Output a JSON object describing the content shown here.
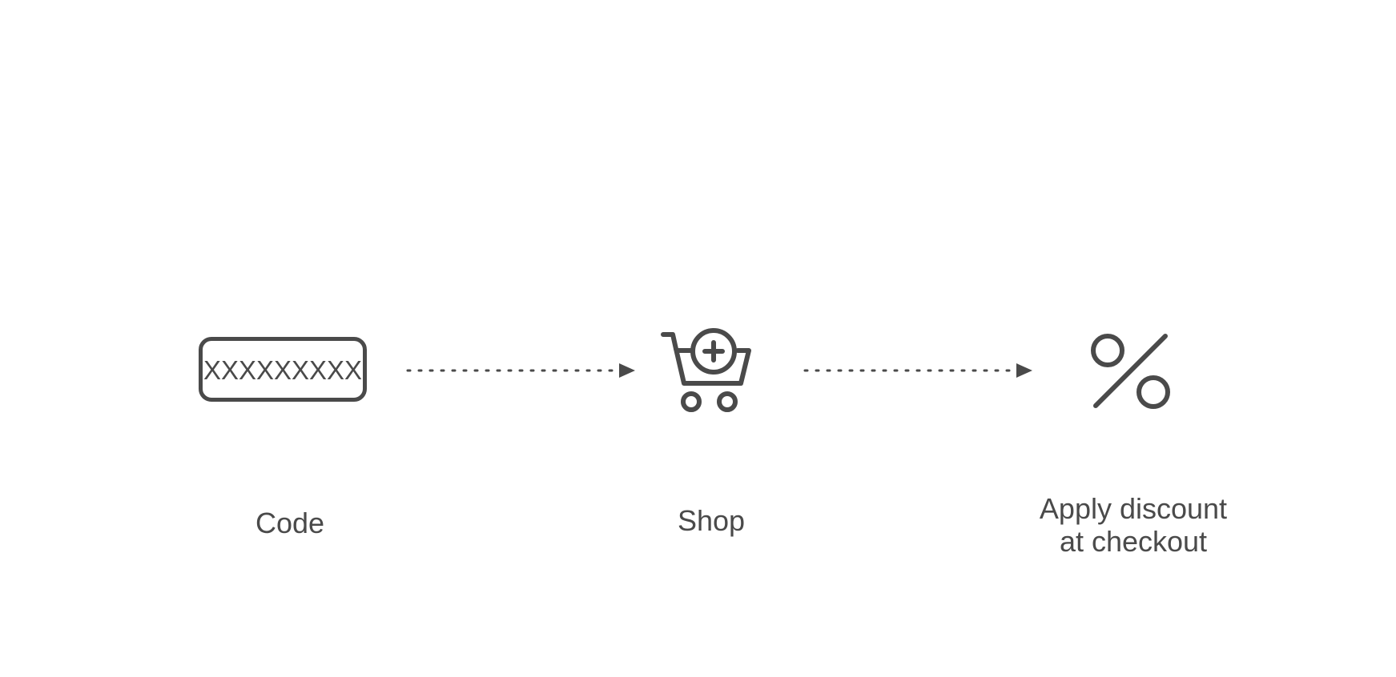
{
  "steps": [
    {
      "id": "code",
      "icon": "code-field-icon",
      "code_text": "XXXXXXXXX",
      "label": "Code"
    },
    {
      "id": "shop",
      "icon": "cart-add-icon",
      "label": "Shop"
    },
    {
      "id": "apply",
      "icon": "percent-icon",
      "label_lines": [
        "Apply discount",
        "at checkout"
      ]
    }
  ],
  "colors": {
    "stroke": "#4a4a4a",
    "background": "#ffffff"
  }
}
